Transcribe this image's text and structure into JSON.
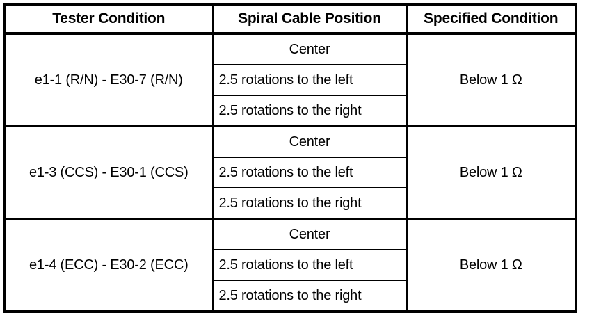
{
  "table": {
    "headers": [
      "Tester Condition",
      "Spiral Cable Position",
      "Specified Condition"
    ],
    "positions": [
      "Center",
      "2.5 rotations to the left",
      "2.5 rotations to the right"
    ],
    "groups": [
      {
        "tester_condition": "e1-1 (R/N) - E30-7 (R/N)",
        "specified_condition": "Below 1 Ω",
        "positions": [
          "Center",
          "2.5 rotations to the left",
          "2.5 rotations to the right"
        ]
      },
      {
        "tester_condition": "e1-3 (CCS) - E30-1 (CCS)",
        "specified_condition": "Below 1 Ω",
        "positions": [
          "Center",
          "2.5 rotations to the left",
          "2.5 rotations to the right"
        ]
      },
      {
        "tester_condition": "e1-4 (ECC) - E30-2 (ECC)",
        "specified_condition": "Below 1 Ω",
        "positions": [
          "Center",
          "2.5 rotations to the left",
          "2.5 rotations to the right"
        ]
      }
    ]
  },
  "colors": {
    "border": "#000000",
    "text": "#000000",
    "background": "#ffffff"
  }
}
